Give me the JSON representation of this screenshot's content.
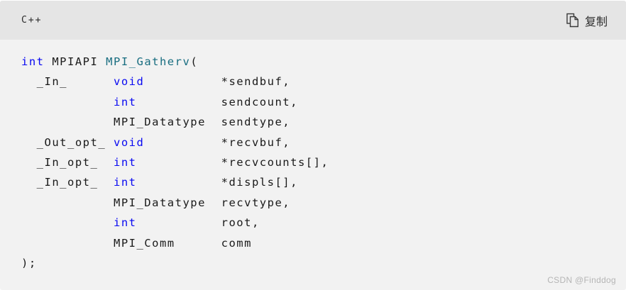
{
  "header": {
    "language_label": "C++",
    "copy_button": {
      "label": "复制",
      "icon": "copy-icon"
    }
  },
  "code": {
    "language": "cpp",
    "lines": [
      [
        {
          "t": "int",
          "c": "kw"
        },
        {
          "t": " MPIAPI ",
          "c": "pl"
        },
        {
          "t": "MPI_Gatherv",
          "c": "fn"
        },
        {
          "t": "(",
          "c": "pl"
        }
      ],
      [
        {
          "t": "  _In_      ",
          "c": "pl"
        },
        {
          "t": "void",
          "c": "kw"
        },
        {
          "t": "          *sendbuf,",
          "c": "pl"
        }
      ],
      [
        {
          "t": "            ",
          "c": "pl"
        },
        {
          "t": "int",
          "c": "kw"
        },
        {
          "t": "           sendcount,",
          "c": "pl"
        }
      ],
      [
        {
          "t": "            MPI_Datatype  sendtype,",
          "c": "pl"
        }
      ],
      [
        {
          "t": "  _Out_opt_ ",
          "c": "pl"
        },
        {
          "t": "void",
          "c": "kw"
        },
        {
          "t": "          *recvbuf,",
          "c": "pl"
        }
      ],
      [
        {
          "t": "  _In_opt_  ",
          "c": "pl"
        },
        {
          "t": "int",
          "c": "kw"
        },
        {
          "t": "           *recvcounts[],",
          "c": "pl"
        }
      ],
      [
        {
          "t": "  _In_opt_  ",
          "c": "pl"
        },
        {
          "t": "int",
          "c": "kw"
        },
        {
          "t": "           *displs[],",
          "c": "pl"
        }
      ],
      [
        {
          "t": "            MPI_Datatype  recvtype,",
          "c": "pl"
        }
      ],
      [
        {
          "t": "            ",
          "c": "pl"
        },
        {
          "t": "int",
          "c": "kw"
        },
        {
          "t": "           root,",
          "c": "pl"
        }
      ],
      [
        {
          "t": "            MPI_Comm      comm",
          "c": "pl"
        }
      ],
      [
        {
          "t": ");",
          "c": "pl"
        }
      ]
    ]
  },
  "watermark": "CSDN @Finddog",
  "colors": {
    "header_bg": "#e5e5e5",
    "code_bg": "#f2f2f2",
    "plain": "#1a1a1a",
    "keyword": "#0909f2",
    "function": "#186d80"
  }
}
